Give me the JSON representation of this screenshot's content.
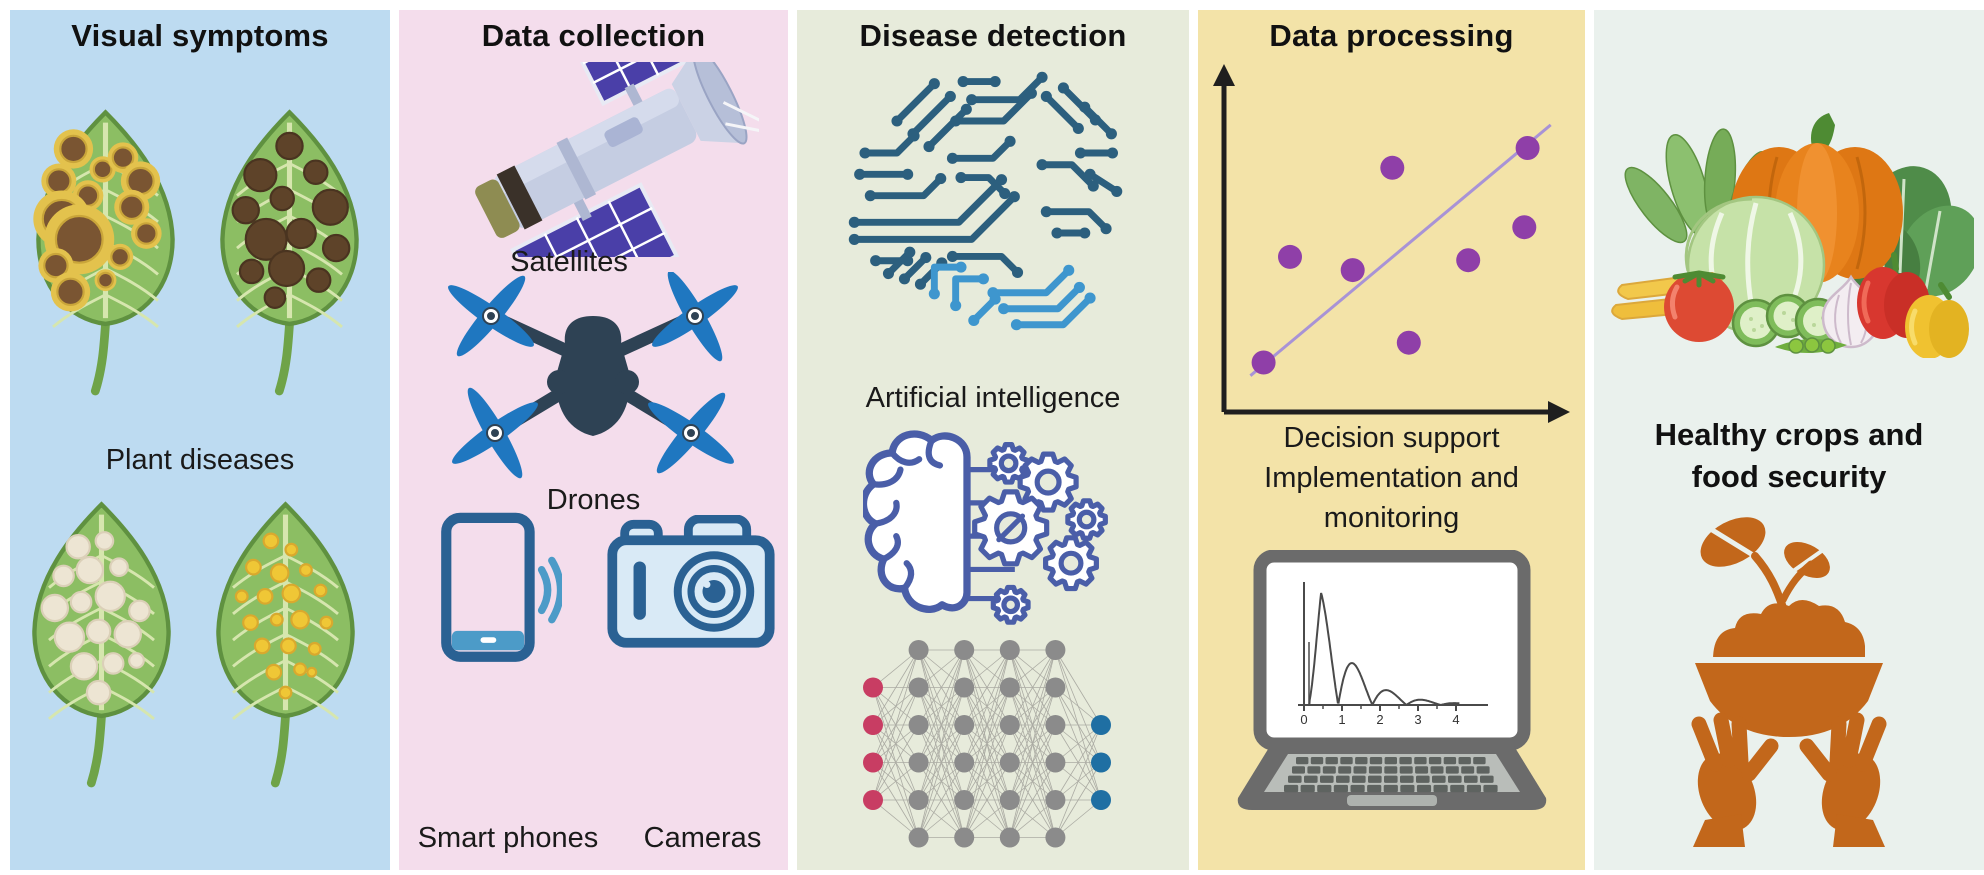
{
  "panels": {
    "visual_symptoms": {
      "title": "Visual symptoms",
      "caption": "Plant diseases"
    },
    "data_collection": {
      "title": "Data collection",
      "labels": {
        "satellites": "Satellites",
        "drones": "Drones",
        "smartphones": "Smart phones",
        "cameras": "Cameras"
      }
    },
    "disease_detection": {
      "title": "Disease detection",
      "caption": "Artificial intelligence"
    },
    "data_processing": {
      "title": "Data processing",
      "caption_lines": [
        "Decision support",
        "Implementation and",
        "monitoring"
      ]
    },
    "outcome": {
      "heading_lines": [
        "Healthy crops and",
        "food security"
      ]
    }
  },
  "colors": {
    "panel_blue": "#BDDBF1",
    "panel_pink": "#F4DDEC",
    "panel_green": "#E7EBDB",
    "panel_yellow": "#F3E3A8",
    "panel_mint": "#EAF1ED",
    "leaf_green": "#8CBE63",
    "leaf_edge": "#5F9140",
    "circuit_dark": "#2C5F7E",
    "circuit_light": "#3E96CE",
    "ai_indigo": "#4A5EA8",
    "nn_input": "#C83D63",
    "nn_hidden": "#8B8B8B",
    "nn_output": "#1F6FA3",
    "nn_link": "#ABABA3",
    "scatter_dot": "#8F3FA8",
    "scatter_line": "#A893D6",
    "device_blue": "#2A6193",
    "device_fill": "#D9EAF6",
    "phone_accent": "#4C9BC8",
    "drone_body": "#2E4254",
    "propeller_blue": "#1F77C0",
    "laptop_gray": "#6B6B6B",
    "bowl_orange": "#C2671B"
  },
  "icons": {
    "names": [
      "diseased-leaf-icon",
      "satellite-icon",
      "drone-icon",
      "smartphone-icon",
      "camera-icon",
      "circuit-brain-icon",
      "brain-gears-icon",
      "neural-network-icon",
      "scatter-plot",
      "laptop-icon",
      "vegetables-icon",
      "food-bowl-hands-icon"
    ],
    "neural_network": {
      "layers": [
        4,
        6,
        6,
        6,
        6,
        3
      ]
    }
  },
  "chart_data": [
    {
      "type": "scatter",
      "title": "Data processing scatter with trend line",
      "points": [
        {
          "x": 1.2,
          "y": 1.5
        },
        {
          "x": 2.0,
          "y": 4.7
        },
        {
          "x": 3.9,
          "y": 4.3
        },
        {
          "x": 5.1,
          "y": 7.4
        },
        {
          "x": 5.6,
          "y": 2.1
        },
        {
          "x": 7.4,
          "y": 4.6
        },
        {
          "x": 9.1,
          "y": 5.6
        },
        {
          "x": 9.2,
          "y": 8.0
        }
      ],
      "trend_line": {
        "x1": 0.8,
        "y1": 1.1,
        "x2": 9.9,
        "y2": 8.7
      },
      "xlim": [
        0,
        10
      ],
      "ylim": [
        0,
        10
      ],
      "xlabel": "",
      "ylabel": "",
      "grid": false,
      "axis_arrows": true,
      "point_color": "#8F3FA8",
      "line_color": "#A893D6"
    },
    {
      "type": "line",
      "title": "Damped oscillation on laptop screen",
      "x_ticks": [
        0,
        1,
        2,
        3,
        4
      ],
      "xlim": [
        0,
        4.4
      ],
      "ylim": [
        0,
        1
      ],
      "peaks": [
        {
          "x": 0.45,
          "y": 1.0
        },
        {
          "x": 1.35,
          "y": 0.35
        },
        {
          "x": 2.3,
          "y": 0.16
        },
        {
          "x": 3.25,
          "y": 0.1
        }
      ]
    }
  ]
}
